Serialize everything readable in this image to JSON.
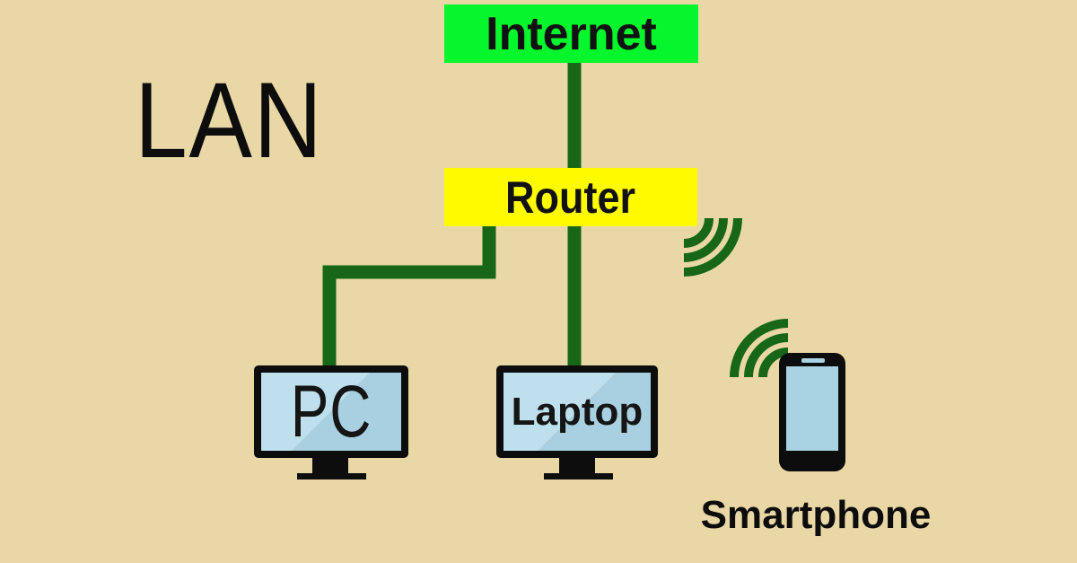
{
  "diagram": {
    "title": "LAN",
    "nodes": {
      "internet": {
        "label": "Internet",
        "shape": "box",
        "fill": "#06F62D"
      },
      "router": {
        "label": "Router",
        "shape": "box",
        "fill": "#FEFB00"
      },
      "pc": {
        "label": "PC",
        "shape": "monitor"
      },
      "laptop": {
        "label": "Laptop",
        "shape": "monitor"
      },
      "smartphone": {
        "label": "Smartphone",
        "shape": "phone"
      }
    },
    "connections": [
      {
        "from": "Internet",
        "to": "Router",
        "type": "wired"
      },
      {
        "from": "Router",
        "to": "PC",
        "type": "wired"
      },
      {
        "from": "Router",
        "to": "Laptop",
        "type": "wired"
      },
      {
        "from": "Router",
        "to": "Smartphone",
        "type": "wifi"
      }
    ],
    "icons": {
      "router_wifi": "wifi-arcs",
      "smartphone_wifi": "wifi-arcs"
    }
  },
  "colors": {
    "background": "#E9D8A6",
    "cable-green": "#186617",
    "internet-green": "#06F62D",
    "router-yellow": "#FEFB00",
    "screen-blue-light": "#BEDFEC",
    "screen-blue-dark": "#A9D0E0",
    "phone-screen-blue": "#A9D3E3",
    "device-black": "#0D0D0D"
  }
}
